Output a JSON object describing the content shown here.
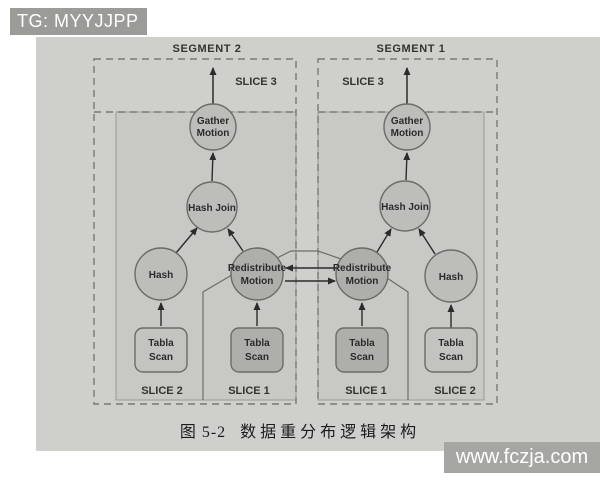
{
  "watermarks": {
    "top_left": "TG: MYYJJPP",
    "bottom_right": "www.fczja.com"
  },
  "caption": {
    "figure_no": "图 5-2",
    "title": "数据重分布逻辑架构"
  },
  "segments": {
    "left": {
      "title": "SEGMENT 2",
      "slice_top": "SLICE 3",
      "slice_bottom_left": "SLICE 2",
      "slice_bottom_right": "SLICE 1"
    },
    "right": {
      "title": "SEGMENT 1",
      "slice_top": "SLICE 3",
      "slice_bottom_left": "SLICE 1",
      "slice_bottom_right": "SLICE 2"
    }
  },
  "nodes": {
    "gather_line1": "Gather",
    "gather_line2": "Motion",
    "hash_join": "Hash Join",
    "hash": "Hash",
    "redistribute_line1": "Redistribute",
    "redistribute_line2": "Motion",
    "table_scan_line1": "Tabla",
    "table_scan_line2": "Scan"
  },
  "colors": {
    "scan_background": "#cfcfcc",
    "inner_region": "#c8c8c5",
    "node_fill": "#bdbdb9",
    "node_fill_highlight": "#aeaeaa",
    "banner_gray": "#a0a09d",
    "line_dark": "#2b2b2b"
  }
}
